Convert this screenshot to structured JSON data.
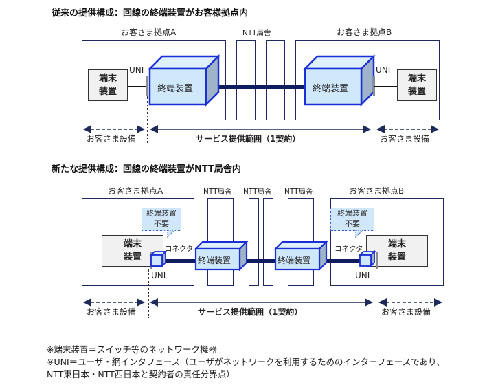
{
  "sections": {
    "conventional": {
      "title": "従来の提供構成：回線の終端装置がお客様拠点内",
      "site_a_label": "お客さま拠点A",
      "site_b_label": "お客さま拠点B",
      "office_label": "NTT局舎",
      "terminal_label_line1": "端末",
      "terminal_label_line2": "装置",
      "termination_device_label": "終端装置",
      "uni_label": "UNI",
      "customer_equipment_label": "お客さま設備",
      "service_scope_label": "サービス提供範囲（1契約）"
    },
    "new": {
      "title": "新たな提供構成：回線の終端装置がNTT局舎内",
      "site_a_label": "お客さま拠点A",
      "site_b_label": "お客さま拠点B",
      "office_labels": [
        "NTT局舎",
        "NTT局舎",
        "NTT局舎"
      ],
      "terminal_label_line1": "端末",
      "terminal_label_line2": "装置",
      "termination_device_label": "終端装置",
      "bubble_line1": "終端装置",
      "bubble_line2": "不要",
      "connector_label": "コネクタ",
      "uni_label": "UNI",
      "customer_equipment_label": "お客さま設備",
      "service_scope_label": "サービス提供範囲（1契約）"
    }
  },
  "notes": [
    "※端末装置＝スイッチ等のネットワーク機器",
    "※UNI＝ユーザ・網インタフェース（ユーザがネットワークを利用するためのインターフェースであり、",
    "NTT東日本・NTT西日本と契約者の責任分界点）"
  ],
  "colors": {
    "frame": "#1f2a5c",
    "device_fill": "#cfe8fb",
    "device_border": "#1b2fd6",
    "line": "#0f1d5e"
  }
}
